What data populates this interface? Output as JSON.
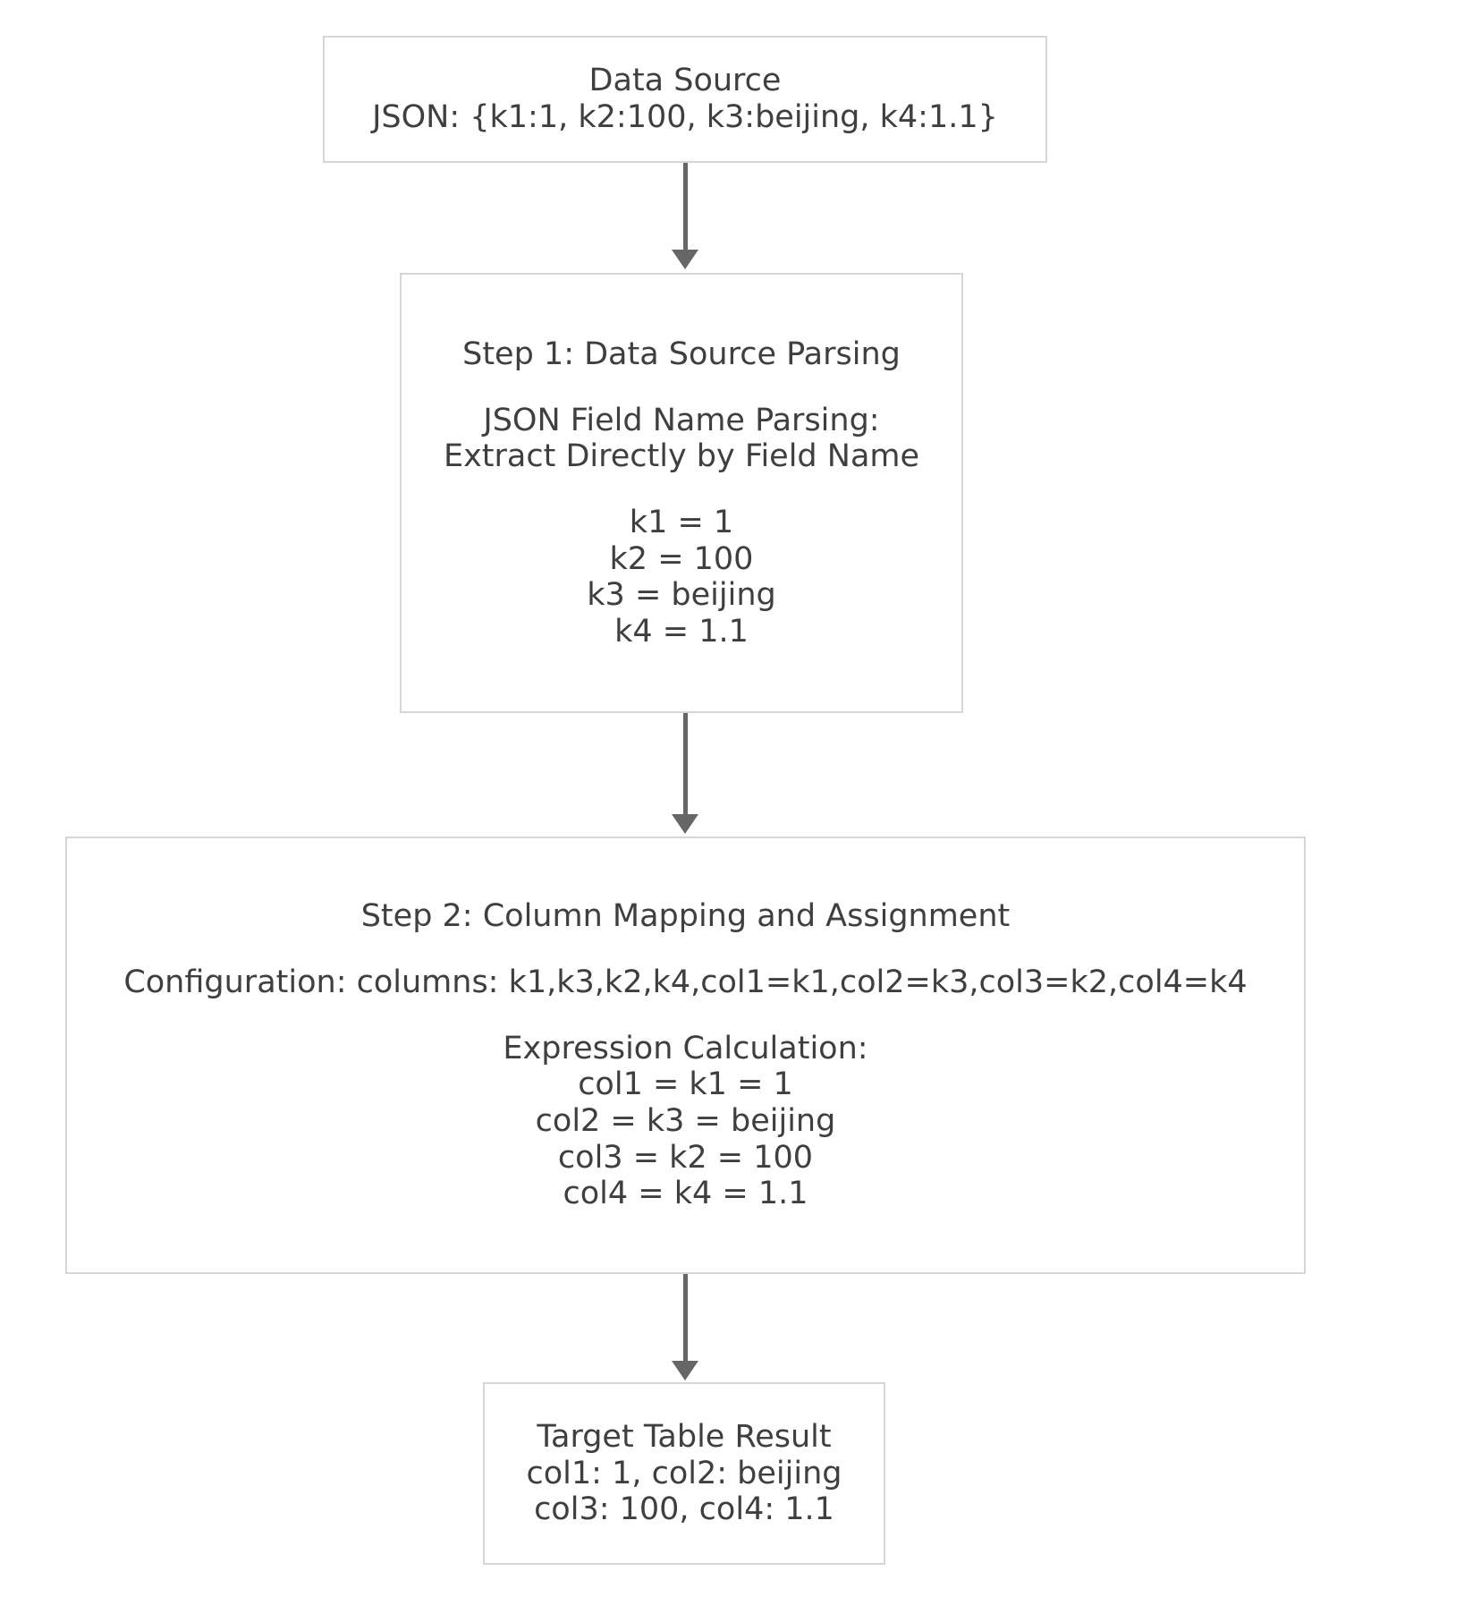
{
  "diagram": {
    "type": "flowchart",
    "direction": "top-to-bottom",
    "colors": {
      "node_border": "#d6d6d6",
      "node_fill": "#ffffff",
      "text": "#3f3f3f",
      "edge": "#666666",
      "background": "#ffffff"
    },
    "nodes": [
      {
        "id": "source",
        "name": "data-source-node",
        "lines": [
          "Data Source",
          "JSON: {k1:1, k2:100, k3:beijing, k4:1.1}"
        ]
      },
      {
        "id": "step1",
        "name": "step-1-node",
        "lines": [
          "Step 1: Data Source Parsing",
          "",
          "JSON Field Name Parsing:",
          "Extract Directly by Field Name",
          "",
          "k1 = 1",
          "k2 = 100",
          "k3 = beijing",
          "k4 = 1.1"
        ]
      },
      {
        "id": "step2",
        "name": "step-2-node",
        "lines": [
          "Step 2: Column Mapping and Assignment",
          "",
          "Configuration: columns: k1,k3,k2,k4,col1=k1,col2=k3,col3=k2,col4=k4",
          "",
          "Expression Calculation:",
          "col1 = k1 = 1",
          "col2 = k3 = beijing",
          "col3 = k2 = 100",
          "col4 = k4 = 1.1"
        ]
      },
      {
        "id": "result",
        "name": "target-table-result-node",
        "lines": [
          "Target Table Result",
          "col1: 1, col2: beijing",
          "col3: 100, col4: 1.1"
        ]
      }
    ],
    "edges": [
      {
        "id": "edge-1",
        "from": "source",
        "to": "step1",
        "label": ""
      },
      {
        "id": "edge-2",
        "from": "step1",
        "to": "step2",
        "label": ""
      },
      {
        "id": "edge-3",
        "from": "step2",
        "to": "result",
        "label": ""
      }
    ]
  },
  "text": {
    "source": {
      "title": "Data Source",
      "json": "JSON: {k1:1, k2:100, k3:beijing, k4:1.1}"
    },
    "step1": {
      "title": "Step 1: Data Source Parsing",
      "subtitle_1": "JSON Field Name Parsing:",
      "subtitle_2": "Extract Directly by Field Name",
      "fields": [
        "k1 = 1",
        "k2 = 100",
        "k3 = beijing",
        "k4 = 1.1"
      ]
    },
    "step2": {
      "title": "Step 2: Column Mapping and Assignment",
      "configuration": "Configuration: columns: k1,k3,k2,k4,col1=k1,col2=k3,col3=k2,col4=k4",
      "expression_header": "Expression Calculation:",
      "expressions": [
        "col1 = k1 = 1",
        "col2 = k3 = beijing",
        "col3 = k2 = 100",
        "col4 = k4 = 1.1"
      ]
    },
    "result": {
      "title": "Target Table Result",
      "row_1": "col1: 1, col2: beijing",
      "row_2": "col3: 100, col4: 1.1"
    }
  }
}
